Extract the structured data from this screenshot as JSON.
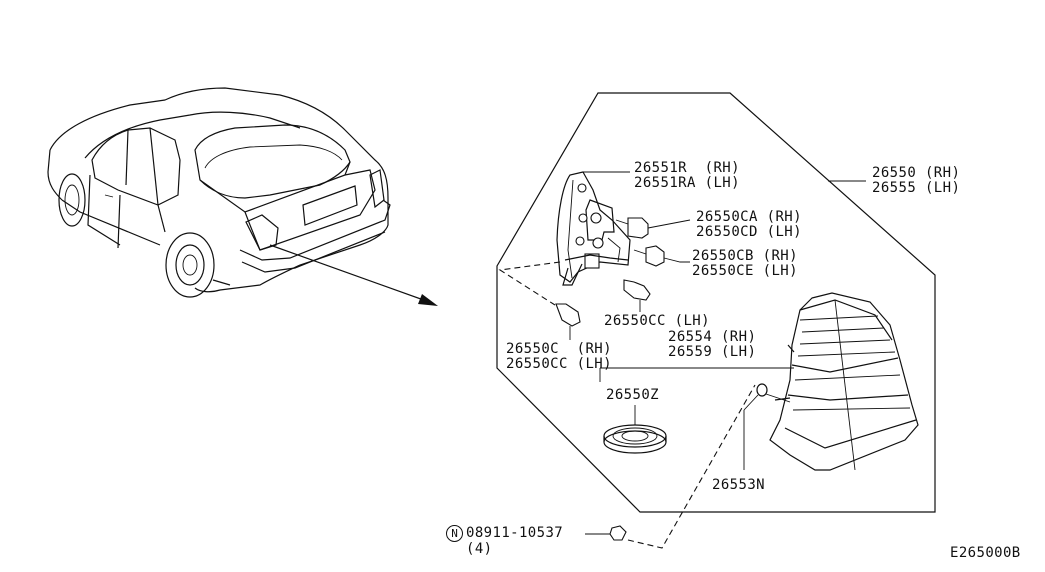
{
  "diagram": {
    "callouts": {
      "housing_rh": "26551R  (RH)",
      "housing_lh": "26551RA (LH)",
      "assembly_rh": "26550 (RH)",
      "assembly_lh": "26555 (LH)",
      "bulb_ca_rh": "26550CA (RH)",
      "bulb_cd_lh": "26550CD (LH)",
      "bulb_cb_rh": "26550CB (RH)",
      "bulb_ce_lh": "26550CE (LH)",
      "bulb_cc_lh_upper": "26550CC (LH)",
      "lens_rh": "26554 (RH)",
      "lens_lh": "26559 (LH)",
      "bulb_c_rh": "26550C  (RH)",
      "bulb_cc_lh": "26550CC (LH)",
      "grommet": "26550Z",
      "gasket": "26553N",
      "nut_part": "08911-10537",
      "nut_qty": "(4)",
      "nut_symbol": "N"
    },
    "figure_code": "E265000B"
  }
}
